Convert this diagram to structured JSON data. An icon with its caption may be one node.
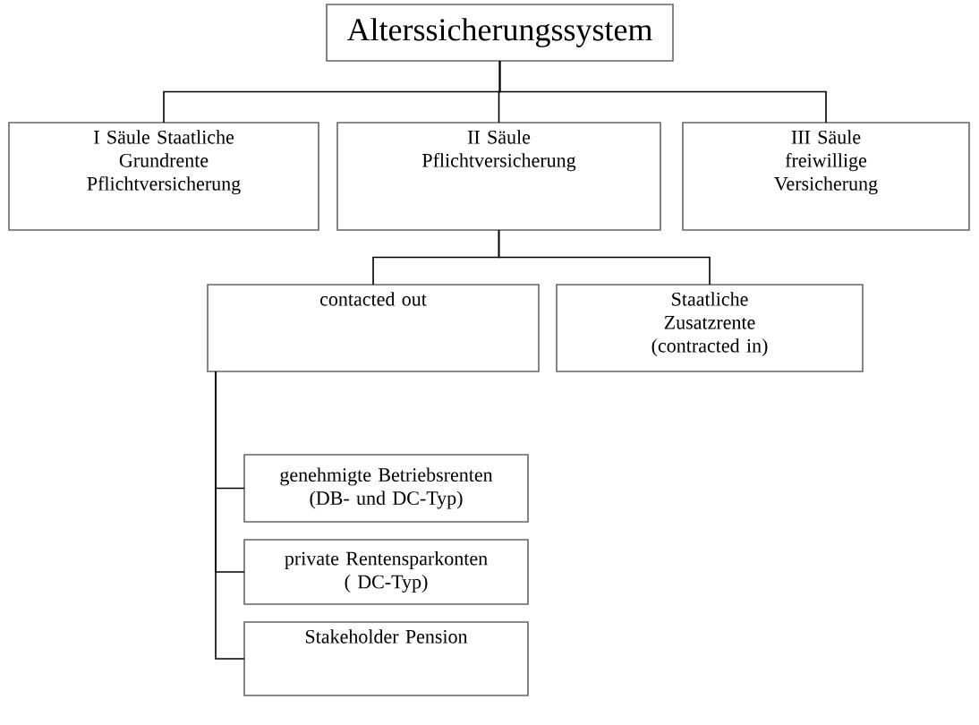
{
  "diagram": {
    "nodes": [
      {
        "text": [
          "Alterssicherungssystem"
        ]
      },
      {
        "text": [
          "I Säule Staatliche Grundrente Pflichtversicherung"
        ]
      },
      {
        "text": [
          "II Säule Pflichtversicherung"
        ]
      },
      {
        "text": [
          "III Säule freiwillige Versicherung"
        ]
      },
      {
        "text": [
          "contacted out"
        ]
      },
      {
        "text": [
          "Staatliche Zusatzrente (contracted in)"
        ]
      },
      {
        "text": [
          "genehmigte Betriebsrenten (DB- und DC-Typ)"
        ]
      },
      {
        "text": [
          "private Rentensparkonten ( DC-Typ)"
        ]
      },
      {
        "text": [
          "Stakeholder Pension"
        ]
      }
    ],
    "edges": [
      {
        "from": 0,
        "to": 1,
        "arrow": "none"
      },
      {
        "from": 0,
        "to": 2,
        "arrow": "none"
      },
      {
        "from": 0,
        "to": 3,
        "arrow": "none"
      },
      {
        "from": 2,
        "to": 4,
        "arrow": "none"
      },
      {
        "from": 2,
        "to": 5,
        "arrow": "none"
      },
      {
        "from": 4,
        "to": 6,
        "arrow": "none"
      },
      {
        "from": 4,
        "to": 7,
        "arrow": "none"
      },
      {
        "from": 4,
        "to": 8,
        "arrow": "none"
      }
    ]
  }
}
